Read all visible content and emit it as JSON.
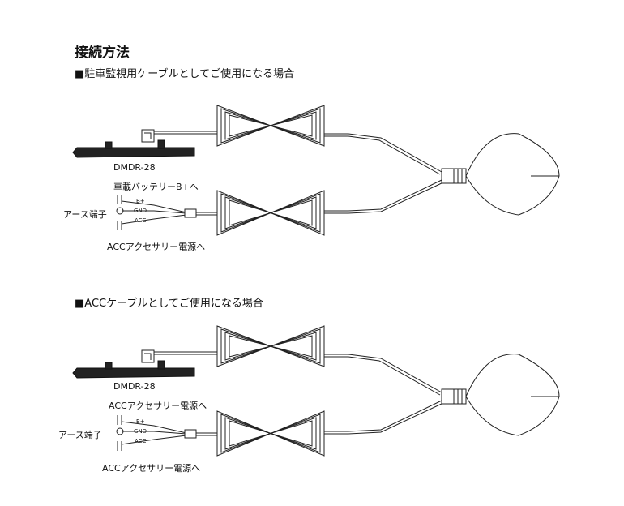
{
  "title": "接続方法",
  "section1": {
    "heading": "■駐車監視用ケーブルとしてご使用になる場合",
    "device_label": "DMDR-28",
    "top_label": "車載バッテリーB+へ",
    "ground_label": "アース端子",
    "bottom_label": "ACCアクセサリー電源へ",
    "wire_b": "B+",
    "wire_gnd": "GND",
    "wire_acc": "ACC"
  },
  "section2": {
    "heading": "■ACCケーブルとしてご使用になる場合",
    "device_label": "DMDR-28",
    "top_label": "ACCアクセサリー電源へ",
    "ground_label": "アース端子",
    "bottom_label": "ACCアクセサリー電源へ",
    "wire_b": "B+",
    "wire_gnd": "GND",
    "wire_acc": "ACC"
  }
}
